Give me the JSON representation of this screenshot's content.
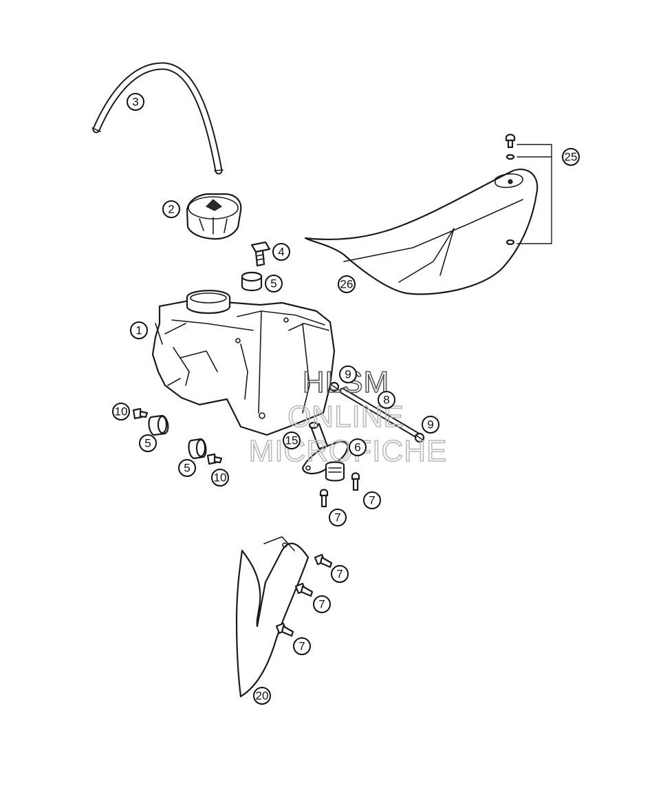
{
  "diagram": {
    "callouts": [
      {
        "id": "c1",
        "label": "1"
      },
      {
        "id": "c2",
        "label": "2"
      },
      {
        "id": "c3",
        "label": "3"
      },
      {
        "id": "c4",
        "label": "4"
      },
      {
        "id": "c5a",
        "label": "5"
      },
      {
        "id": "c5b",
        "label": "5"
      },
      {
        "id": "c5c",
        "label": "5"
      },
      {
        "id": "c6",
        "label": "6"
      },
      {
        "id": "c7a",
        "label": "7"
      },
      {
        "id": "c7b",
        "label": "7"
      },
      {
        "id": "c7c",
        "label": "7"
      },
      {
        "id": "c7d",
        "label": "7"
      },
      {
        "id": "c7e",
        "label": "7"
      },
      {
        "id": "c8",
        "label": "8"
      },
      {
        "id": "c9a",
        "label": "9"
      },
      {
        "id": "c9b",
        "label": "9"
      },
      {
        "id": "c10a",
        "label": "10"
      },
      {
        "id": "c10b",
        "label": "10"
      },
      {
        "id": "c15",
        "label": "15"
      },
      {
        "id": "c20",
        "label": "20"
      },
      {
        "id": "c25",
        "label": "25"
      },
      {
        "id": "c26",
        "label": "26"
      }
    ]
  },
  "watermark": {
    "line1": "HLSM",
    "line2": "ONLINE",
    "line3": "MICROFICHE"
  }
}
